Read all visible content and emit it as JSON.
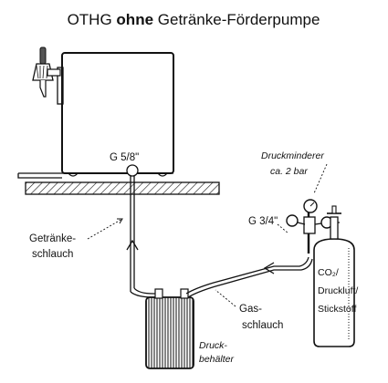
{
  "title": {
    "prefix": "OTHG",
    "bold": "ohne",
    "suffix": "Getränke-Förderpumpe"
  },
  "labels": {
    "outlet": "G 5/8\"",
    "reducer_line1": "Druckminderer",
    "reducer_line2": "ca. 2 bar",
    "reducer_fitting": "G 3/4\"",
    "beverage_hose_line1": "Getränke-",
    "beverage_hose_line2": "schlauch",
    "gas_hose_line1": "Gas-",
    "gas_hose_line2": "schlauch",
    "tank_line1": "Druck-",
    "tank_line2": "behälter",
    "cylinder_line1": "CO₂/",
    "cylinder_line2": "Druckluft/",
    "cylinder_line3": "Stickstoff"
  }
}
